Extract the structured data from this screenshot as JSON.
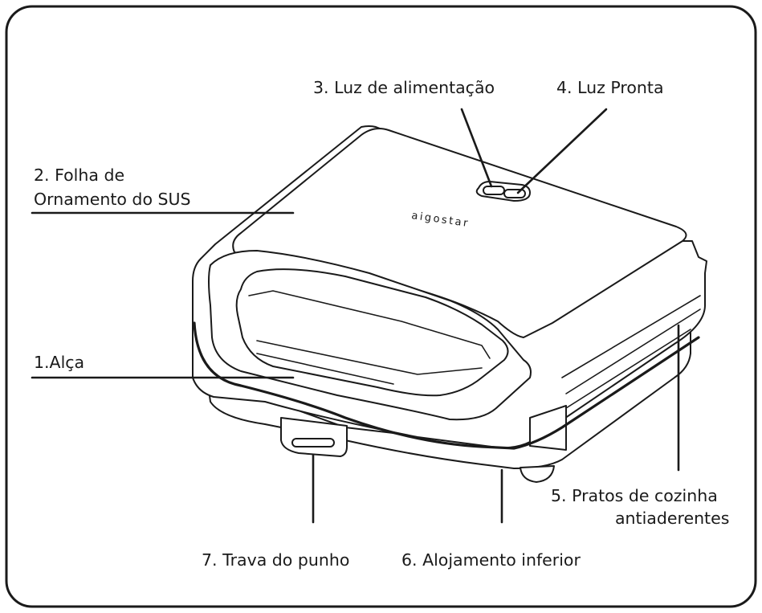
{
  "brand": "aigostar",
  "labels": {
    "power_light": "3. Luz de alimentação",
    "ready_light": "4. Luz Pronta",
    "sus_sheet_line1": "2. Folha de",
    "sus_sheet_line2": "Ornamento do SUS",
    "handle": "1.Alça",
    "cooking_plates_line1": "5. Pratos de cozinha",
    "cooking_plates_line2": "antiaderentes",
    "lock": "7. Trava do punho",
    "lower_housing": "6. Alojamento inferior"
  }
}
